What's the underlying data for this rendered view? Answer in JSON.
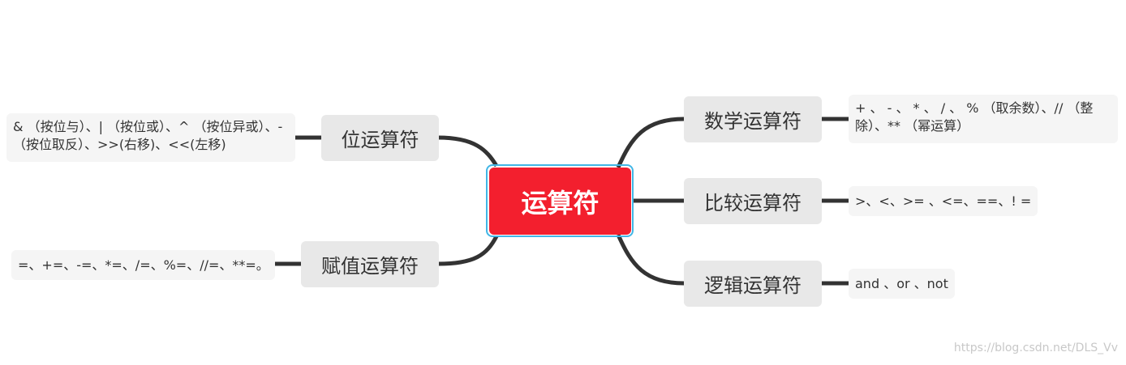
{
  "root": {
    "label": "运算符",
    "color": "#f31f2e",
    "outline_color": "#41b6e6"
  },
  "branches": {
    "math": {
      "label": "数学运算符",
      "detail": "+ 、 - 、 * 、 / 、 % （取余数）、// （整除）、** （幂运算）"
    },
    "compare": {
      "label": "比较运算符",
      "detail": ">、<、>= 、<=、==、! ="
    },
    "logic": {
      "label": "逻辑运算符",
      "detail": "and 、or 、not"
    },
    "bitwise": {
      "label": "位运算符",
      "detail": "& （按位与）、| （按位或）、^ （按位异或）、- （按位取反）、>>(右移)、<<(左移)"
    },
    "assign": {
      "label": "赋值运算符",
      "detail": "=、+=、-=、*=、/=、%=、//=、**=。"
    }
  },
  "watermark": "https://blog.csdn.net/DLS_Vv",
  "colors": {
    "branch_bg": "#e8e8e8",
    "leaf_bg": "#f5f5f5",
    "connector": "#333333",
    "text": "#333333"
  }
}
